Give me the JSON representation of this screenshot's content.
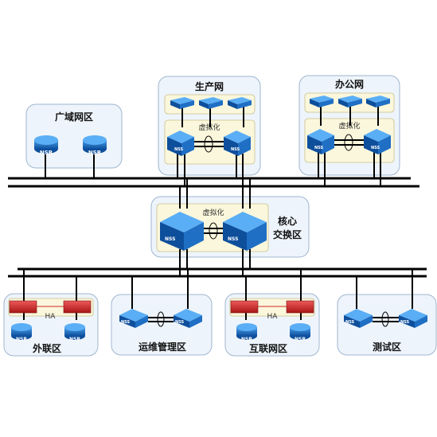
{
  "zones": {
    "wan": "广域网区",
    "production": "生产网",
    "office": "办公网",
    "core": "核心\n交换区",
    "external": "外联区",
    "ops": "运维管理区",
    "internet": "互联网区",
    "test": "测试区"
  },
  "labels": {
    "virtualization": "虚拟化",
    "ha": "HA",
    "nsr": "NSR",
    "nss": "NSS"
  },
  "colors": {
    "zone_fill": "#eef4fb",
    "zone_stroke": "#9fb6cf",
    "inner_fill": "#fbf7dc",
    "device_blue": "#1f6fc4",
    "firewall_red": "#cc2a2a"
  }
}
